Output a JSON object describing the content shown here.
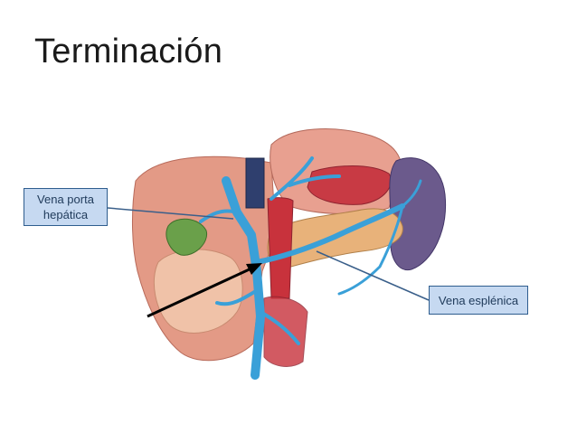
{
  "slide": {
    "title": "Terminación"
  },
  "labels": {
    "portal_vein_line1": "Vena porta",
    "portal_vein_line2": "hepática",
    "splenic_vein": "Vena esplénica"
  },
  "colors": {
    "callout_fill": "#c6d9f1",
    "callout_border": "#2e5d8e",
    "vein_blue": "#3aa0d8",
    "artery_red": "#c8323c",
    "spleen_purple": "#6b5a8c",
    "pancreas_tan": "#e8b27a",
    "liver_salmon": "#e39a86"
  },
  "icons": {
    "arrow": "black-arrow-icon"
  }
}
